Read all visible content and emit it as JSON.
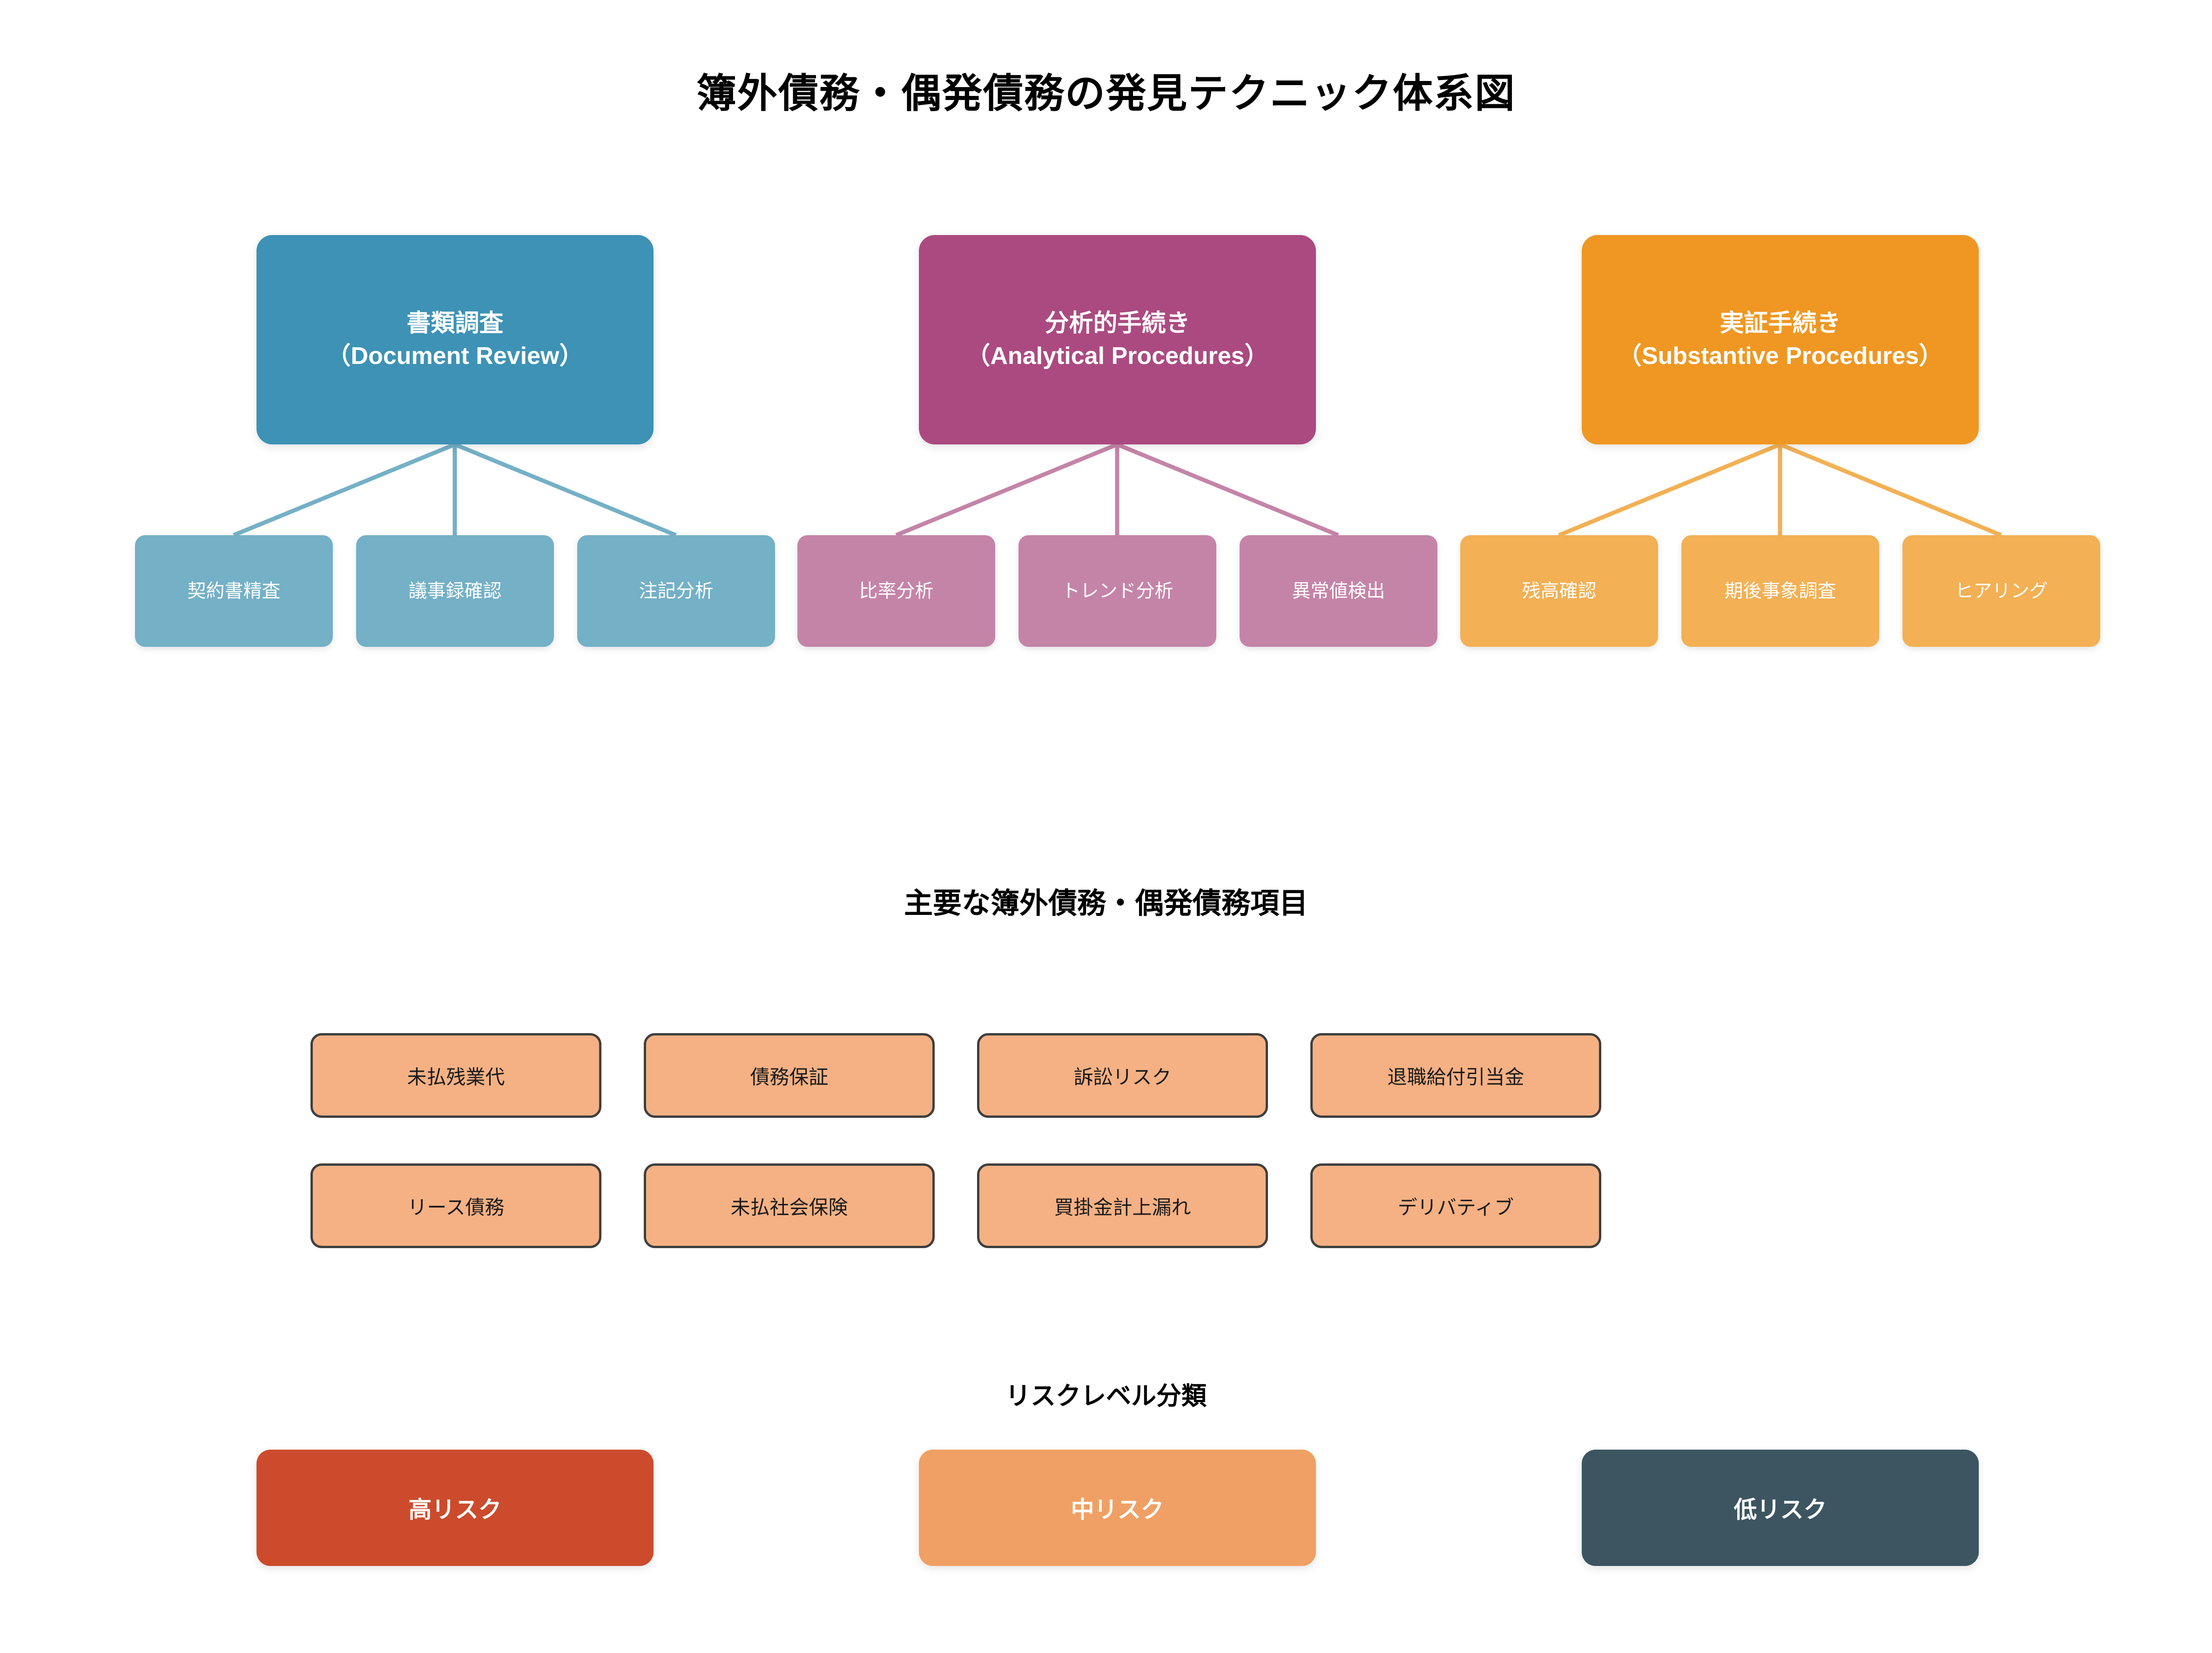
{
  "title": "簿外債務・偶発債務の発見テクニック体系図",
  "colors": {
    "document_review": "#3d92b5",
    "document_review_child": "#74b0c6",
    "analytical": "#ab4a80",
    "analytical_child": "#c484a8",
    "substantive": "#ef9722",
    "substantive_child": "#f3b054",
    "item_fill": "#f5b183",
    "item_border": "#3f3f3f",
    "risk_high": "#cc4b2c",
    "risk_medium": "#f0a064",
    "risk_low": "#3c5561",
    "text_dark": "#000000",
    "text_light": "#ffffff",
    "background": "#ffffff"
  },
  "tree": {
    "groups": [
      {
        "id": "document-review",
        "title_ja": "書類調査",
        "title_en": "（Document Review）",
        "children": [
          {
            "label": "契約書精査"
          },
          {
            "label": "議事録確認"
          },
          {
            "label": "注記分析"
          }
        ]
      },
      {
        "id": "analytical-procedures",
        "title_ja": "分析的手続き",
        "title_en": "（Analytical Procedures）",
        "children": [
          {
            "label": "比率分析"
          },
          {
            "label": "トレンド分析"
          },
          {
            "label": "異常値検出"
          }
        ]
      },
      {
        "id": "substantive-procedures",
        "title_ja": "実証手続き",
        "title_en": "（Substantive Procedures）",
        "children": [
          {
            "label": "残高確認"
          },
          {
            "label": "期後事象調査"
          },
          {
            "label": "ヒアリング"
          }
        ]
      }
    ]
  },
  "items_section": {
    "heading": "主要な簿外債務・偶発債務項目",
    "items": [
      {
        "label": "未払残業代"
      },
      {
        "label": "債務保証"
      },
      {
        "label": "訴訟リスク"
      },
      {
        "label": "退職給付引当金"
      },
      {
        "label": "リース債務"
      },
      {
        "label": "未払社会保険"
      },
      {
        "label": "買掛金計上漏れ"
      },
      {
        "label": "デリバティブ"
      }
    ]
  },
  "risk_section": {
    "heading": "リスクレベル分類",
    "levels": [
      {
        "label": "高リスク",
        "key": "high"
      },
      {
        "label": "中リスク",
        "key": "medium"
      },
      {
        "label": "低リスク",
        "key": "low"
      }
    ]
  }
}
